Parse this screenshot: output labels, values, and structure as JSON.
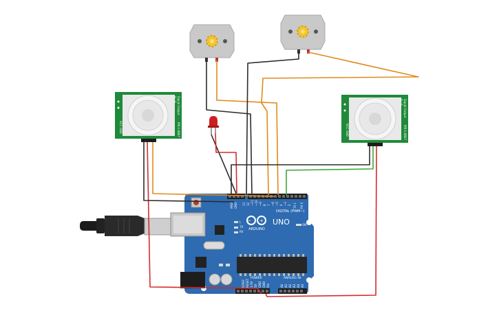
{
  "board": {
    "model_label": "UNO",
    "brand_label": "ARDUINO",
    "digital_label": "DIGITAL (PWM~)",
    "power_label": "POWER",
    "analog_label": "ANALOG IN",
    "tx_label": "TX",
    "rx_label": "RX",
    "l_label": "L",
    "on_label": "ON",
    "aref_label": "AREF",
    "gnd_label": "GND",
    "digital_pins": [
      "13",
      "12",
      "~11",
      "~10",
      "~9",
      "8",
      "7",
      "~6",
      "~5",
      "4",
      "~3",
      "2",
      "TX 1",
      "RX 0"
    ],
    "power_pins": [
      "IOREF",
      "RESET",
      "3.3V",
      "5V",
      "GND",
      "GND",
      "Vin"
    ],
    "analog_pins": [
      "A0",
      "A1",
      "A2",
      "A3",
      "A4",
      "A5"
    ],
    "colors": {
      "pcb": "#2e6bb0",
      "chip": "#262626"
    }
  },
  "sensors": {
    "left": {
      "text_a": "Signal Output",
      "text_b": "H - 0",
      "text_c": "PIR-1-6B07",
      "text_d": "VCC GND"
    },
    "right": {
      "text_a": "Signal Output",
      "text_b": "H - 0",
      "text_c": "PIR-1-6B07",
      "text_d": "VCC GND"
    }
  },
  "components": {
    "motors": [
      "dc-motor",
      "dc-motor"
    ],
    "led_color": "#cc1f1f",
    "usb_cable": "usb-b-cable"
  },
  "wire_colors": {
    "black": "#2b2b2b",
    "orange": "#e08a1b",
    "red": "#d42a2a",
    "green": "#3ba63b",
    "gray": "#5a5a5a"
  }
}
